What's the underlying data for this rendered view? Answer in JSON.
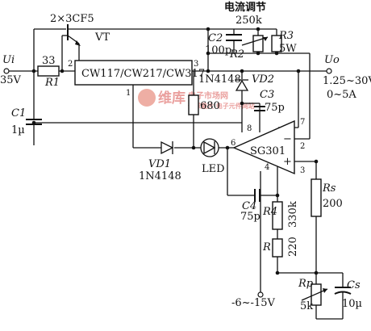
{
  "title": "电流调节",
  "labels": {
    "transistor_type": "2×3CF5",
    "transistor": "VT",
    "regulator": "CW117/CW217/CW317",
    "pot_value": "250k",
    "c2": "C2",
    "c2_value": "100p",
    "r2": "R2",
    "r3": "R3",
    "r3_value": "5W",
    "ui": "Ui",
    "ui_value": "35V",
    "r1_value": "33",
    "r1": "R1",
    "c1": "C1",
    "c1_value": "1µ",
    "uo": "Uo",
    "uo_range": "1.25~30V",
    "io_range": "0~5A",
    "d2_type": "1N4148",
    "vd2": "VD2",
    "c3": "C3",
    "c3_value": "75p",
    "r_680": "680",
    "opamp": "SG301",
    "vd1": "VD1",
    "vd1_type": "1N4148",
    "led": "LED",
    "c4": "C4",
    "c4_value": "75p",
    "r4": "R4",
    "r4_value": "330k",
    "r": "R",
    "r_value": "220",
    "rs": "Rs",
    "rs_value": "200",
    "rp": "Rp",
    "rp_value": "5k",
    "cs": "Cs",
    "cs_value": "10µ",
    "neg_supply": "-6~-15V",
    "pin1": "1",
    "pin2": "2",
    "pin3": "3",
    "pin_op2": "2",
    "pin_op3": "3",
    "pin_op4": "4",
    "pin_op6": "6",
    "pin_op7": "7",
    "pin_op8": "8",
    "minus": "−",
    "plus": "+"
  },
  "watermark": {
    "brand": "维库",
    "site": "电子市场网",
    "slogan": "全球最大 电子元件网站"
  }
}
